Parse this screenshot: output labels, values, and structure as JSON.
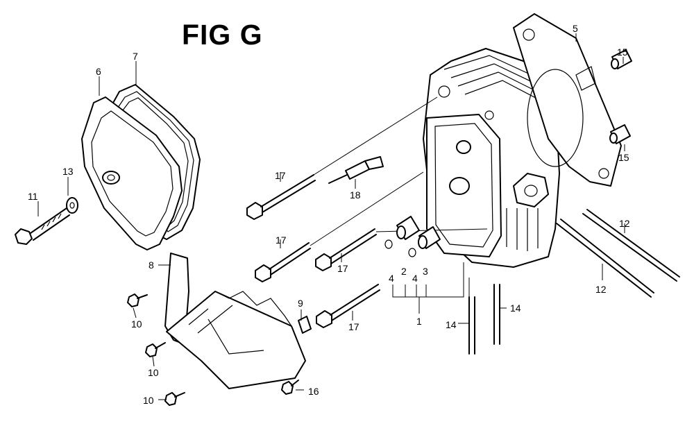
{
  "title": "FIG G",
  "callouts": {
    "c1": "1",
    "c2": "2",
    "c3": "3",
    "c4a": "4",
    "c4b": "4",
    "c5": "5",
    "c6": "6",
    "c7": "7",
    "c8": "8",
    "c9": "9",
    "c10a": "10",
    "c10b": "10",
    "c10c": "10",
    "c11": "11",
    "c12a": "12",
    "c12b": "12",
    "c13": "13",
    "c14a": "14",
    "c14b": "14",
    "c15a": "15",
    "c15b": "15",
    "c16": "16",
    "c17a": "17",
    "c17b": "17",
    "c17c": "17",
    "c17d": "17",
    "c18": "18"
  }
}
